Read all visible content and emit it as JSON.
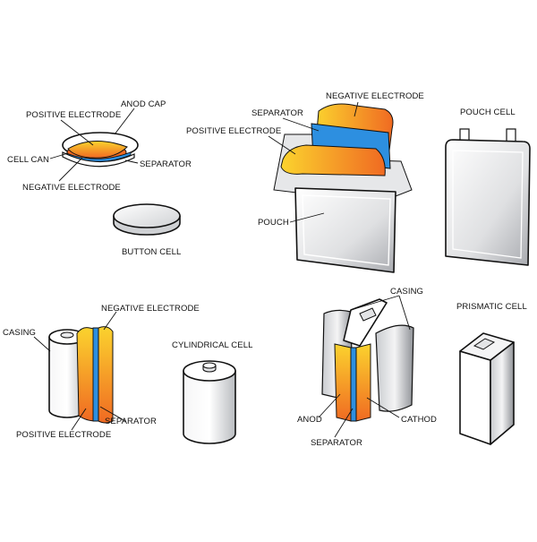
{
  "colors": {
    "positive_top": "#fbd32e",
    "positive_bottom": "#f06a22",
    "separator": "#2d8fe0",
    "casing": "#e3e4e6",
    "outline": "#111111"
  },
  "labels": {
    "button": {
      "anod_cap": "ANOD CAP",
      "positive_electrode": "POSITIVE  ELECTRODE",
      "cell_can": "CELL CAN",
      "separator": "SEPARATOR",
      "negative_electrode": "NEGATIVE ELECTRODE",
      "button_cell": "BUTTON CELL"
    },
    "pouch": {
      "negative_electrode": "NEGATIVE ELECTRODE",
      "separator": "SEPARATOR",
      "positive_electrode": "POSITIVE  ELECTRODE",
      "pouch": "POUCH",
      "pouch_cell": "POUCH  CELL"
    },
    "cylindrical": {
      "negative_electrode": "NEGATIVE ELECTRODE",
      "casing": "CASING",
      "cylindrical_cell": "CYLINDRICAL CELL",
      "separator": "SEPARATOR",
      "positive_electrode": "POSITIVE  ELECTRODE"
    },
    "prismatic": {
      "casing": "CASING",
      "prismatic_cell": "PRISMATIC CELL",
      "anod": "ANOD",
      "cathod": "CATHOD",
      "separator": "SEPARATOR"
    }
  }
}
